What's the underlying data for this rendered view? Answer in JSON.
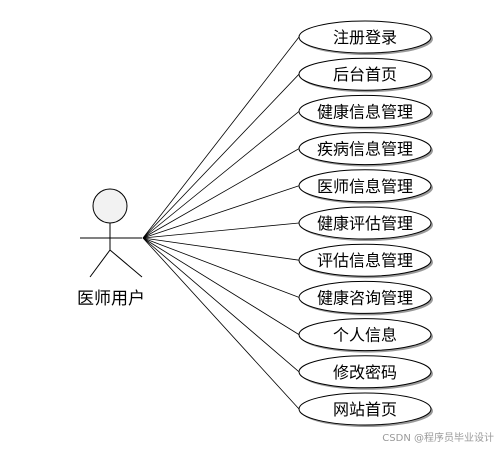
{
  "actor": {
    "label": "医师用户"
  },
  "use_cases": [
    {
      "label": "注册登录"
    },
    {
      "label": "后台首页"
    },
    {
      "label": "健康信息管理"
    },
    {
      "label": "疾病信息管理"
    },
    {
      "label": "医师信息管理"
    },
    {
      "label": "健康评估管理"
    },
    {
      "label": "评估信息管理"
    },
    {
      "label": "健康咨询管理"
    },
    {
      "label": "个人信息"
    },
    {
      "label": "修改密码"
    },
    {
      "label": "网站首页"
    }
  ],
  "watermark": "CSDN @程序员毕业设计",
  "colors": {
    "stroke": "#000000",
    "ellipse_fill": "#ffffff",
    "ellipse_shadow": "#9a9a9a",
    "actor_head_fill": "#f2f2f2"
  }
}
